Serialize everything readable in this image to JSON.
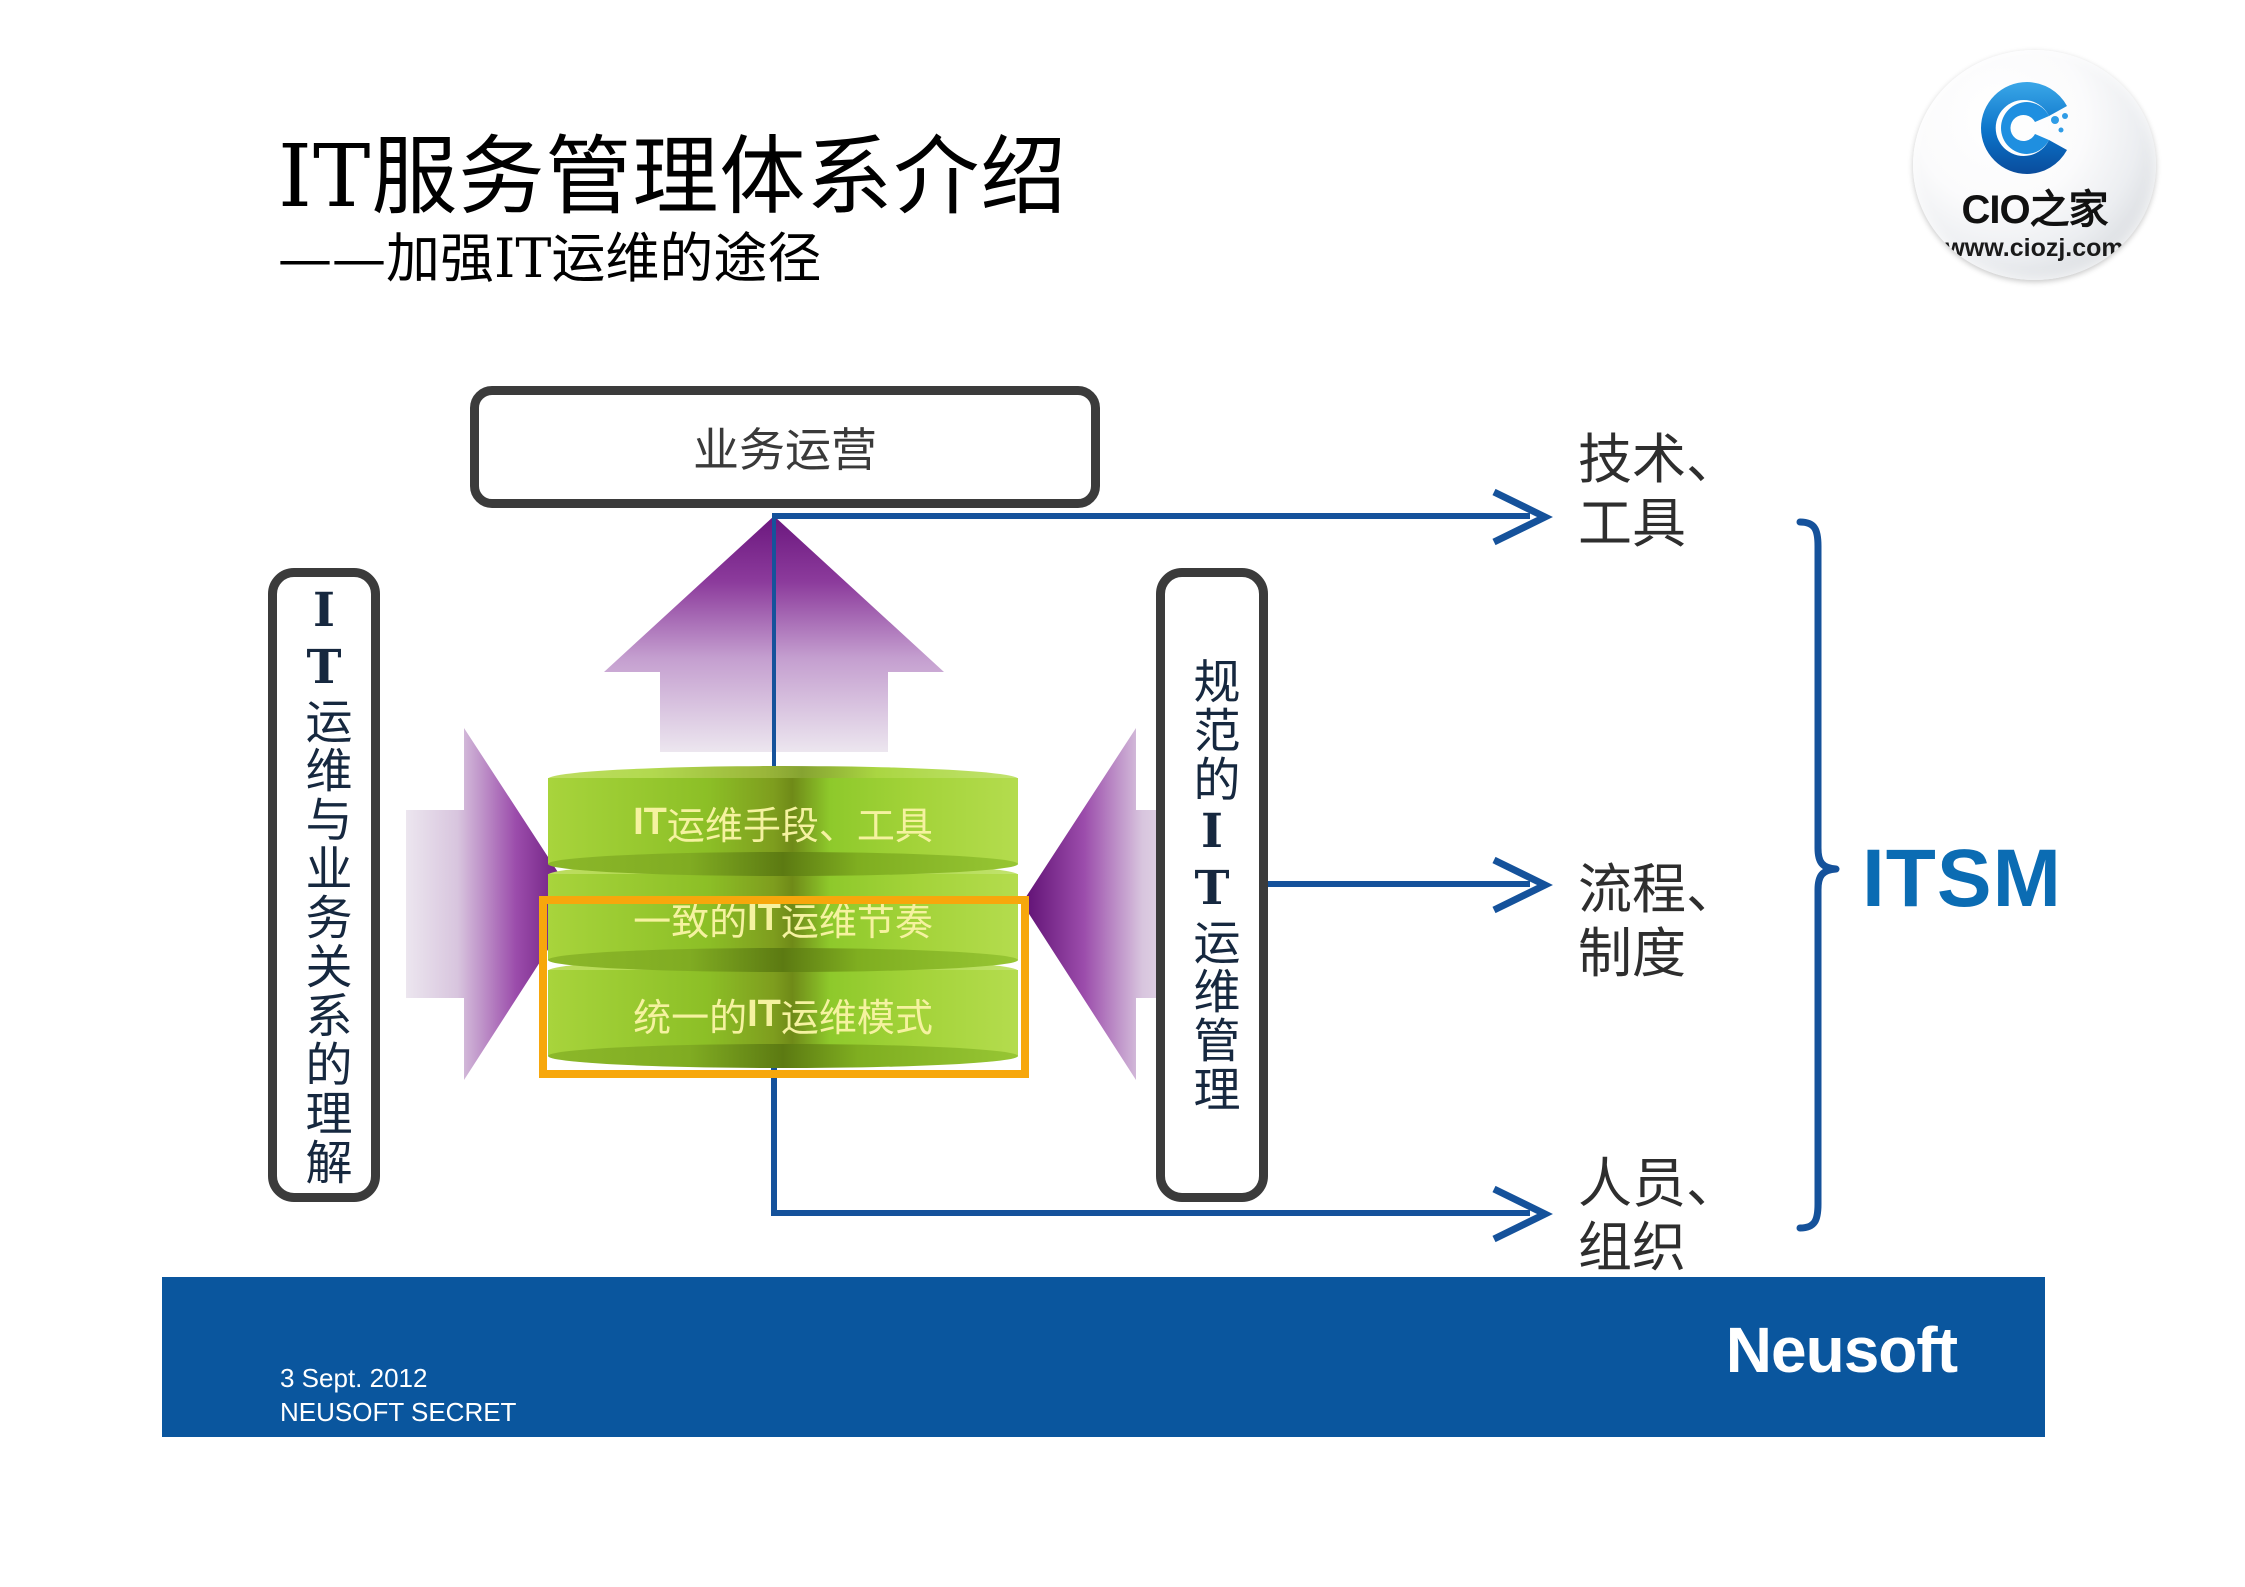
{
  "slide": {
    "title": "IT服务管理体系介绍",
    "subtitle": "——加强IT运维的途径"
  },
  "logo": {
    "name": "CIO之家",
    "url": "www.ciozj.com",
    "mark_alt": "cio-c-mark"
  },
  "diagram": {
    "top_box": {
      "label": "业务运营"
    },
    "left_box": {
      "label_bold": "IT",
      "label_rest": "运维与业务关系的理解"
    },
    "right_box": {
      "label_pre": "规范的",
      "label_bold": "IT",
      "label_post": "运维管理"
    },
    "cylinders": [
      {
        "bold": "IT",
        "text": "运维手段、工具",
        "full": "IT运维手段、工具"
      },
      {
        "pre": "一致的",
        "bold": "IT",
        "post": "运维节奏",
        "full": "一致的IT运维节奏"
      },
      {
        "pre": "统一的",
        "bold": "IT",
        "post": "运维模式",
        "full": "统一的IT运维模式"
      }
    ],
    "highlight": {
      "name": "orange-highlight",
      "color": "#f7a70c",
      "covers": [
        "一致的IT运维节奏",
        "统一的IT运维模式"
      ]
    },
    "arrows": [
      {
        "name": "arrow-up",
        "direction": "up",
        "color": "#7b2a8f"
      },
      {
        "name": "arrow-left",
        "direction": "right",
        "color": "#7b2a8f"
      },
      {
        "name": "arrow-right",
        "direction": "left",
        "color": "#7b2a8f"
      }
    ],
    "right_labels": [
      {
        "line1": "技术、",
        "line2": "工具"
      },
      {
        "line1": "流程、",
        "line2": "制度"
      },
      {
        "line1": "人员、",
        "line2": "组织"
      }
    ],
    "brace_label": "ITSM"
  },
  "footer": {
    "date": "3 Sept. 2012",
    "classification": "NEUSOFT SECRET",
    "brand": "Neusoft",
    "bar_color": "#0a569e"
  },
  "colors": {
    "accent_blue": "#0b6cb3",
    "connector_blue": "#15529b",
    "purple": "#7b2a8f",
    "green": "#8cbf26",
    "orange": "#f7a70c",
    "navy_text": "#16283f"
  }
}
